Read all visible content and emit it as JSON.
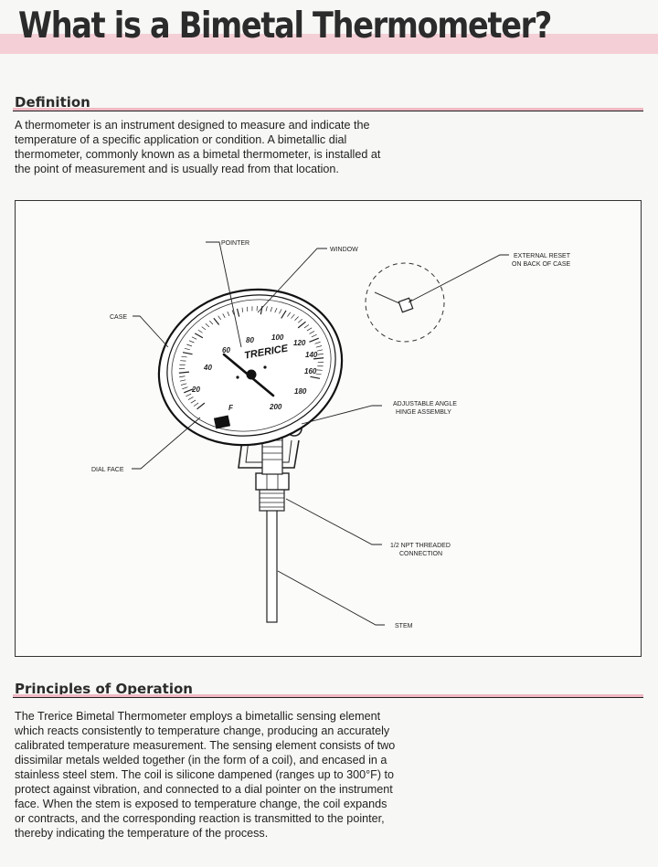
{
  "title": "What is a Bimetal Thermometer?",
  "definition": {
    "heading": "Definition",
    "lines": [
      "A thermometer is an instrument designed to measure and indicate the",
      "temperature of a specific application or condition. A bimetallic dial",
      "thermometer, commonly known as a bimetal thermometer, is installed at",
      "the point of measurement and is usually read from that location."
    ]
  },
  "diagram": {
    "labels": {
      "pointer": "POINTER",
      "window": "WINDOW",
      "external_reset_1": "EXTERNAL RESET",
      "external_reset_2": "ON BACK OF CASE",
      "case": "CASE",
      "adjustable_1": "ADJUSTABLE ANGLE",
      "adjustable_2": "HINGE ASSEMBLY",
      "dial_face": "DIAL FACE",
      "npt_1": "1/2 NPT THREADED",
      "npt_2": "CONNECTION",
      "stem": "STEM"
    },
    "dial": {
      "brand": "TRERICE",
      "unit": "F",
      "scale": [
        "20",
        "40",
        "60",
        "80",
        "100",
        "120",
        "140",
        "160",
        "180",
        "200"
      ]
    }
  },
  "principles": {
    "heading": "Principles of Operation",
    "lines": [
      "The Trerice Bimetal Thermometer employs a bimetallic sensing element",
      "which reacts consistently to temperature change, producing an accurately",
      "calibrated temperature measurement. The sensing element consists of two",
      "dissimilar metals welded together (in the form of a coil), and encased in a",
      "stainless steel stem. The coil is silicone dampened (ranges up to 300°F) to",
      "protect against vibration, and connected to a dial pointer on the instrument",
      "face. When the stem is exposed to temperature change, the coil expands",
      "or contracts, and the corresponding reaction is transmitted to the pointer,",
      "thereby indicating the temperature of the process."
    ]
  }
}
